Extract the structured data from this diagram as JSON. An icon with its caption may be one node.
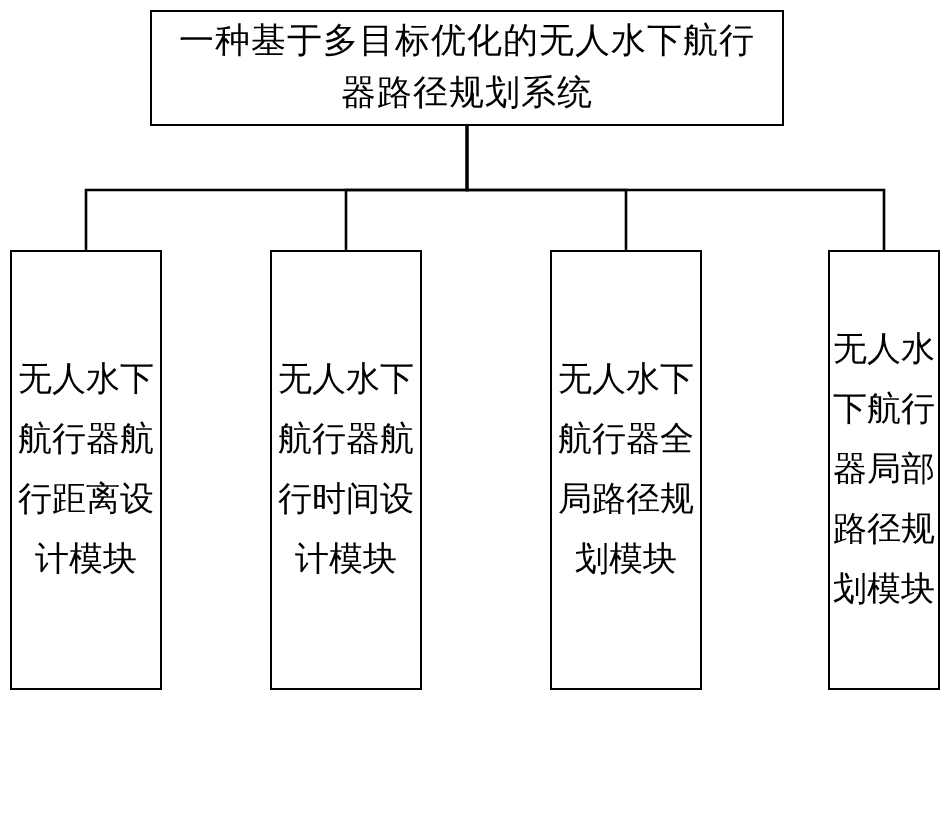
{
  "diagram": {
    "nodes": [
      {
        "text": [
          "一种基于多目标优化的无人水下航行器路径规划系统"
        ]
      },
      {
        "text": [
          "无人水下航行器航行距离设计模块"
        ]
      },
      {
        "text": [
          "无人水下航行器航行时间设计模块"
        ]
      },
      {
        "text": [
          "无人水下航行器全局路径规划模块"
        ]
      },
      {
        "text": [
          "无人水下航行器局部路径规划模块"
        ]
      }
    ],
    "edges": [
      {
        "from": 0,
        "to": 1,
        "arrow": "none"
      },
      {
        "from": 0,
        "to": 2,
        "arrow": "none"
      },
      {
        "from": 0,
        "to": 3,
        "arrow": "none"
      },
      {
        "from": 0,
        "to": 4,
        "arrow": "none"
      }
    ]
  }
}
